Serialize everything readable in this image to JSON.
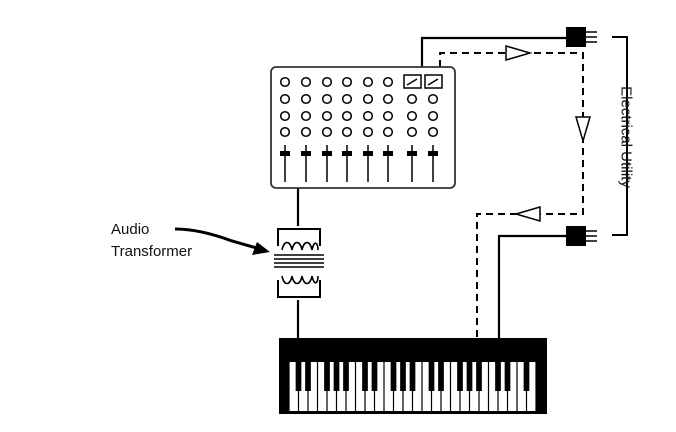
{
  "labels": {
    "transformer_line1": "Audio",
    "transformer_line2": "Transformer",
    "utility": "Electrical Utility"
  },
  "colors": {
    "ink": "#000000",
    "background": "#ffffff",
    "panel_outline": "#333333"
  },
  "mixer": {
    "knob_rows": 4,
    "channels": 8
  },
  "keyboard": {
    "white_keys": 26
  }
}
